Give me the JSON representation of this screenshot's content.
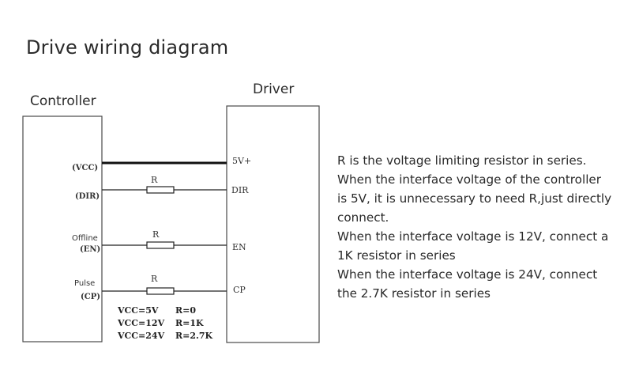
{
  "page_title": "Drive wiring diagram",
  "diagram": {
    "controller": {
      "title": "Controller",
      "labels": {
        "vcc": "(VCC)",
        "dir": "(DIR)",
        "offline": "Offline",
        "en": "(EN)",
        "pulse": "Pulse",
        "cp": "(CP)"
      }
    },
    "driver": {
      "title": "Driver",
      "terminals": {
        "vplus": "5V+",
        "dir": "DIR",
        "en": "EN",
        "cp": "CP"
      }
    },
    "resistor_label": "R",
    "resistor_table": [
      {
        "vcc": "VCC=5V",
        "r": "R=0"
      },
      {
        "vcc": "VCC=12V",
        "r": "R=1K"
      },
      {
        "vcc": "VCC=24V",
        "r": "R=2.7K"
      }
    ]
  },
  "notes": [
    "R is the voltage limiting resistor in series.",
    "When the interface voltage of the controller",
    "is 5V, it is unnecessary to need R,just directly",
    "connect.",
    "When the interface voltage is 12V, connect a",
    "1K resistor in series",
    "When the interface voltage is 24V, connect",
    "the 2.7K resistor in series"
  ]
}
